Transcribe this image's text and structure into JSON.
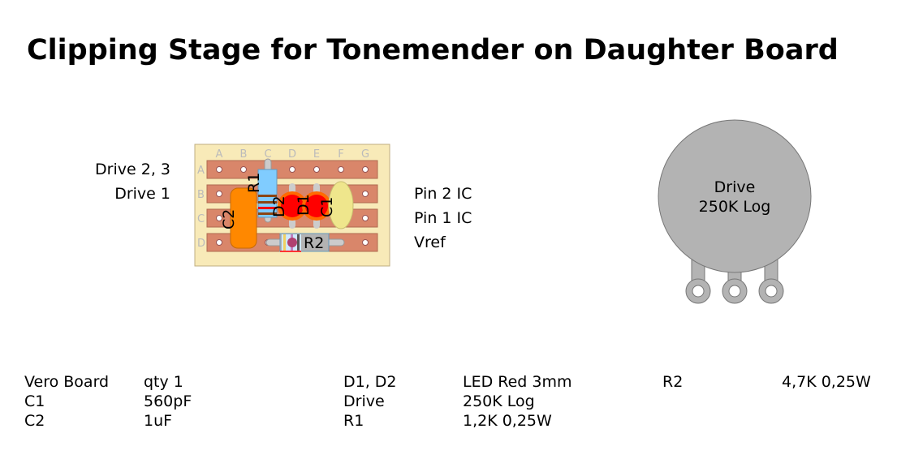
{
  "title": "Clipping Stage for Tonemender on Daughter Board",
  "labels_left": [
    "Drive 2, 3",
    "Drive 1"
  ],
  "labels_right": [
    "Pin 2 IC",
    "Pin 1 IC",
    "Vref"
  ],
  "board": {
    "columns": [
      "A",
      "B",
      "C",
      "D",
      "E",
      "F",
      "G"
    ],
    "rows": [
      "A",
      "B",
      "C",
      "D"
    ]
  },
  "components": {
    "R1": "R1",
    "R2": "R2",
    "C1": "C1",
    "C2": "C2",
    "D1": "D1",
    "D2": "D2"
  },
  "pot": {
    "line1": "Drive",
    "line2": "250K Log"
  },
  "bom": [
    [
      "Vero Board",
      "qty 1"
    ],
    [
      "C1",
      "560pF"
    ],
    [
      "C2",
      "1uF"
    ],
    [
      "D1, D2",
      "LED Red 3mm"
    ],
    [
      "Drive",
      "250K Log"
    ],
    [
      "R1",
      "1,2K 0,25W"
    ],
    [
      "R2",
      "4,7K 0,25W"
    ]
  ]
}
